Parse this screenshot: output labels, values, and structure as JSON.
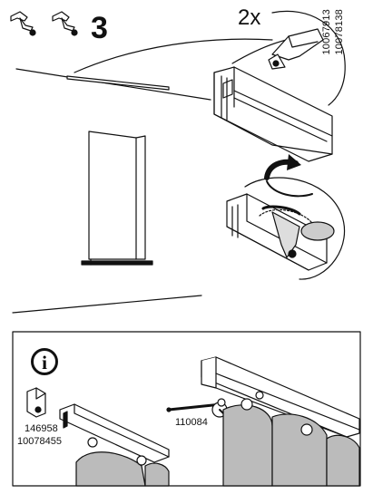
{
  "step": {
    "number": "3"
  },
  "quantity_label": "2x",
  "part_codes_top": [
    "10067913",
    "10078138"
  ],
  "info": {
    "icon_glyph": "i",
    "part_codes_left": [
      "146958",
      "10078455"
    ],
    "part_code_right": "110084"
  }
}
